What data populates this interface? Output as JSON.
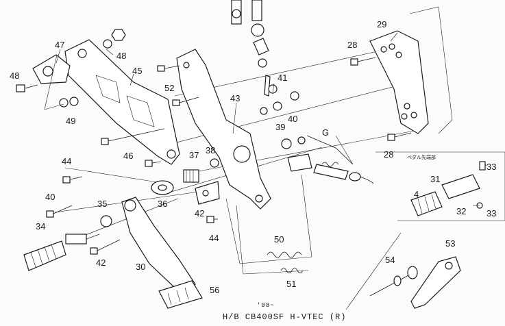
{
  "labels": {
    "l47": "47",
    "l48a": "48",
    "l48b": "48",
    "l45": "45",
    "l49": "49",
    "l52": "52",
    "l46": "46",
    "l44a": "44",
    "l40a": "40",
    "l35": "35",
    "l34": "34",
    "l36": "36",
    "l37": "37",
    "l38": "38",
    "l43": "43",
    "l42a": "42",
    "l42b": "42",
    "l44b": "44",
    "l30": "30",
    "l56": "56",
    "l41": "41",
    "l39": "39",
    "l40b": "40",
    "l50": "50",
    "l51": "51",
    "lG": "G",
    "l28a": "28",
    "l29": "29",
    "l28b": "28",
    "l33a": "33",
    "l31": "31",
    "l4": "4",
    "l32": "32",
    "l33b": "33",
    "l53": "53",
    "l54": "54"
  },
  "inset_note": "ペダル先端部",
  "caption": {
    "year": "'08~",
    "model": "H/B  CB400SF  H-VTEC  (R)"
  }
}
